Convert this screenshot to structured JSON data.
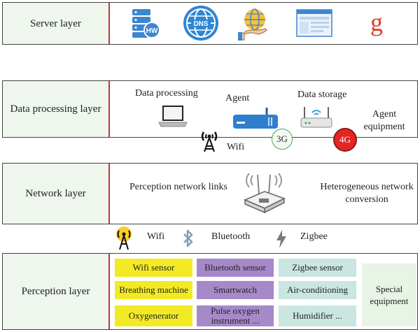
{
  "server_layer": {
    "label": "Server layer",
    "icons": [
      "database-hw-icon",
      "dns-globe-icon",
      "hosting-hand-globe-icon",
      "browser-window-icon",
      "google-g-icon"
    ],
    "hw_text": "HW",
    "dns_text": "DNS",
    "google_letter": "g"
  },
  "data_processing_layer": {
    "label": "Data processing layer",
    "data_processing": "Data processing",
    "agent": "Agent",
    "data_storage": "Data storage",
    "agent_equipment": "Agent equipment",
    "wifi": "Wifi",
    "badge_3g": "3G",
    "badge_4g": "4G"
  },
  "network_layer": {
    "label": "Network layer",
    "perception_links": "Perception network links",
    "heterogeneous": "Heterogeneous network conversion"
  },
  "protocols": [
    {
      "icon": "wifi-tower-icon",
      "label": "Wifi"
    },
    {
      "icon": "bluetooth-icon",
      "label": "Bluetooth"
    },
    {
      "icon": "zigbee-icon",
      "label": "Zigbee"
    }
  ],
  "perception_layer": {
    "label": "Perception layer",
    "grid": [
      [
        "Wifi sensor",
        "Bluetooth sensor",
        "Zigbee sensor"
      ],
      [
        "Breathing machine",
        "Smartwatch",
        "Air-conditioning"
      ],
      [
        "Oxygenerator",
        "Pulse oxygen instrument ...",
        "Humidifier ..."
      ]
    ],
    "special": "Special equipment"
  },
  "colors": {
    "label_bg": "#eef6ee",
    "divider_red": "#c8323a",
    "sensor_yellow": "#f2ea24",
    "sensor_purple": "#a689c9",
    "sensor_teal": "#c9e6e1",
    "icon_blue": "#2f7fcf"
  }
}
